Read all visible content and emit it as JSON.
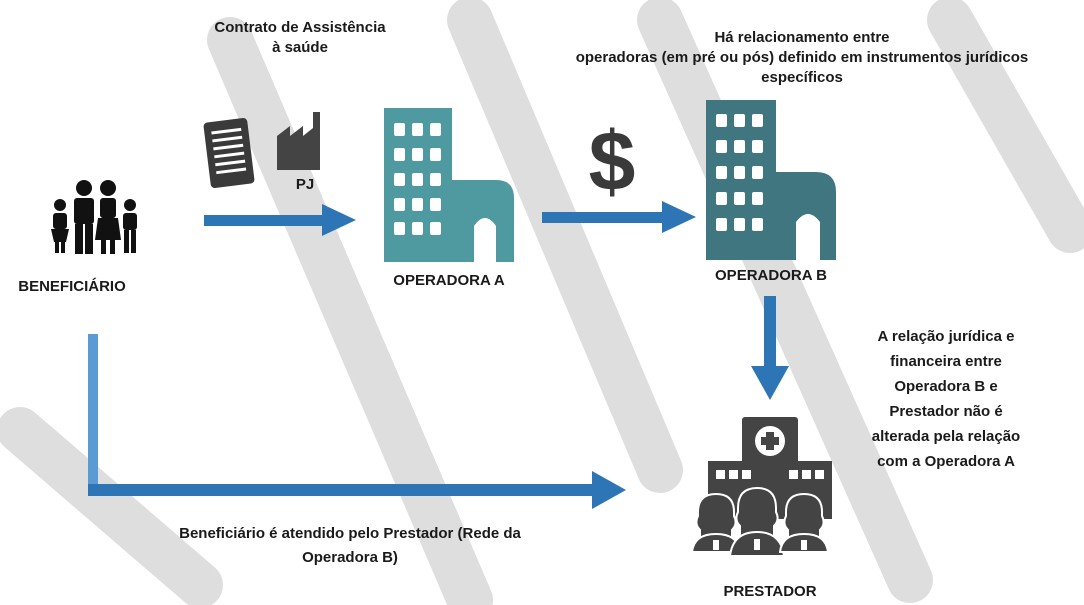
{
  "labels": {
    "contract": [
      "Contrato de Assistência",
      "à saúde"
    ],
    "relationship": [
      "Há relacionamento entre",
      "operadoras (em pré ou pós) definido em instrumentos jurídicos",
      "específicos"
    ],
    "pj": "PJ",
    "beneficiario": "BENEFICIÁRIO",
    "operadora_a": "OPERADORA A",
    "operadora_b": "OPERADORA B",
    "relacao_juridica": [
      "A relação jurídica e",
      "financeira entre",
      "Operadora B e",
      "Prestador não é",
      "alterada pela relação",
      "com a Operadora A"
    ],
    "atendido": [
      "Beneficiário é atendido pelo Prestador (Rede da",
      "Operadora B)"
    ],
    "prestador": "PRESTADOR"
  },
  "icons": {
    "document": "document-icon",
    "factory": "factory-icon",
    "family": "family-icon",
    "building_a": "building-icon",
    "building_b": "building-icon",
    "dollar": "dollar-icon",
    "hospital": "hospital-icon",
    "doctors": "doctor-icon"
  },
  "colors": {
    "arrow_blue": "#2e75b6",
    "arrow_light": "#5b9bd5",
    "building_teal": "#4f9aa0",
    "building_dark": "#3f7680",
    "icon_gray": "#444444",
    "watermark": "#d9d9d9",
    "text": "#1a1a1a"
  }
}
